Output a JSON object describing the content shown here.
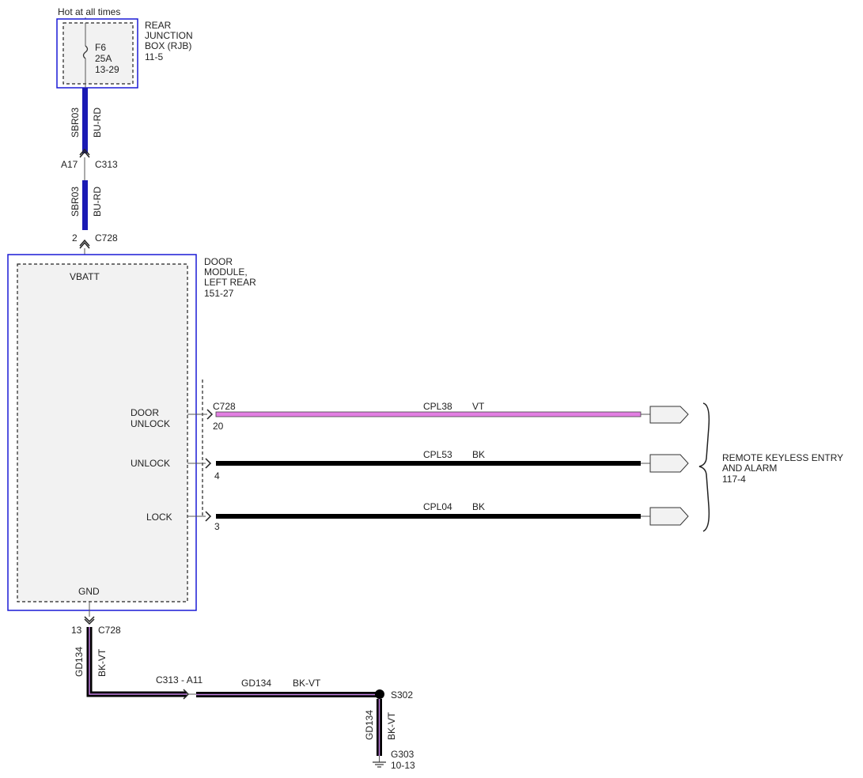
{
  "header": {
    "power_note": "Hot at all times"
  },
  "colors": {
    "box_border": "#1a1ad6",
    "box_fill": "#f2f2f2",
    "wire_bu_rd": "#1a1ab4",
    "wire_vt": "#e27fe2",
    "wire_bk": "#000000",
    "wire_bk_vt_stripe": "#c27fe2"
  },
  "rjb": {
    "title_lines": [
      "REAR",
      "JUNCTION",
      "BOX (RJB)",
      "11-5"
    ],
    "fuse": {
      "id": "F6",
      "rating": "25A",
      "ref": "13-29"
    }
  },
  "wires": {
    "sbr03_top": {
      "circuit": "SBR03",
      "color": "BU-RD"
    },
    "sbr03_bottom": {
      "circuit": "SBR03",
      "color": "BU-RD"
    },
    "cpl38": {
      "circuit": "CPL38",
      "color": "VT"
    },
    "cpl53": {
      "circuit": "CPL53",
      "color": "BK"
    },
    "cpl04": {
      "circuit": "CPL04",
      "color": "BK"
    },
    "gd134_vertical": {
      "circuit": "GD134",
      "color": "BK-VT"
    },
    "gd134_horizontal": {
      "circuit": "GD134",
      "color": "BK-VT"
    },
    "gd134_ground": {
      "circuit": "GD134",
      "color": "BK-VT"
    }
  },
  "connectors": {
    "c313_top": {
      "pin": "A17",
      "name": "C313"
    },
    "c728_top": {
      "pin": "2",
      "name": "C728"
    },
    "c728_door_unlock": {
      "name": "C728",
      "pin": "20"
    },
    "c728_unlock": {
      "pin": "4"
    },
    "c728_lock": {
      "pin": "3"
    },
    "c728_gnd": {
      "pin": "13",
      "name": "C728"
    },
    "c313_inline": {
      "label": "C313 - A11"
    }
  },
  "door_module": {
    "title_lines": [
      "DOOR",
      "MODULE,",
      "LEFT REAR",
      "151-27"
    ],
    "pins": {
      "vbatt": "VBATT",
      "door_unlock_lines": [
        "DOOR",
        "UNLOCK"
      ],
      "unlock": "UNLOCK",
      "lock": "LOCK",
      "gnd": "GND"
    }
  },
  "remote_keyless": {
    "title_lines": [
      "REMOTE KEYLESS ENTRY",
      "AND ALARM",
      "117-4"
    ]
  },
  "splice": {
    "name": "S302"
  },
  "ground": {
    "name": "G303",
    "ref": "10-13"
  }
}
